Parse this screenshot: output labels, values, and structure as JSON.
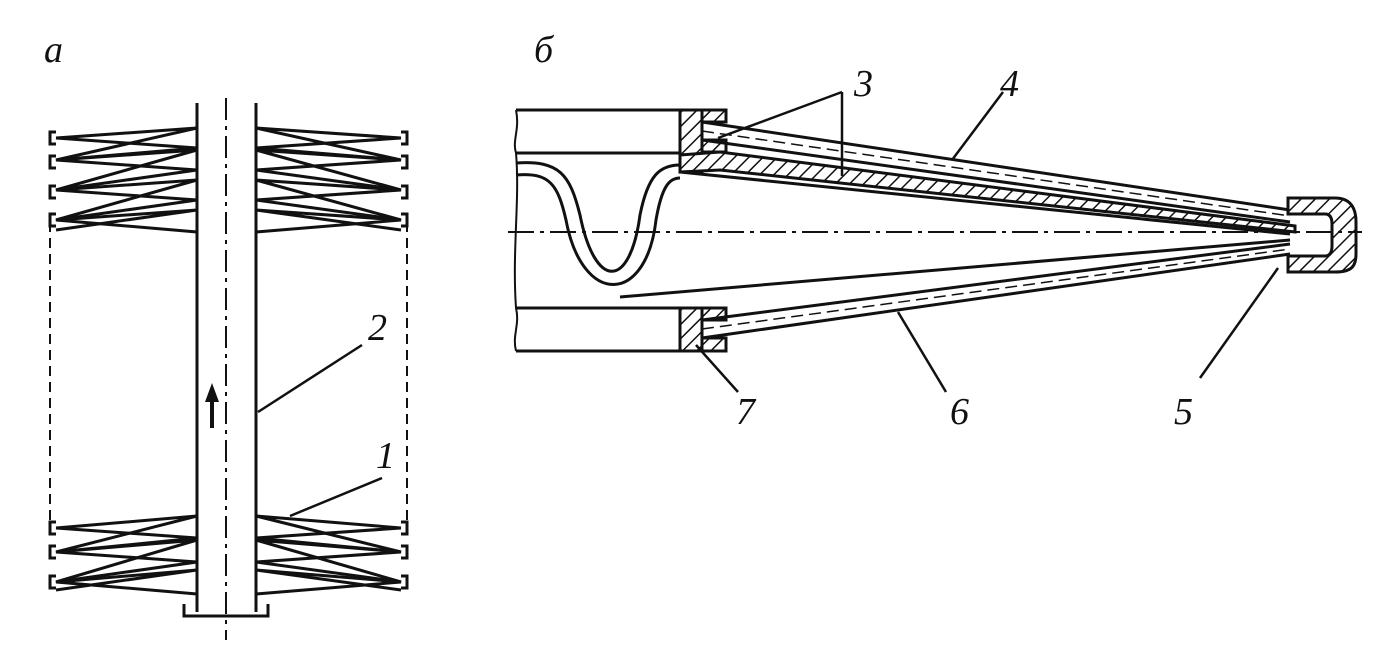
{
  "labels": {
    "panel_a": "а",
    "panel_b": "б",
    "n1": "1",
    "n2": "2",
    "n3": "3",
    "n4": "4",
    "n5": "5",
    "n6": "6",
    "n7": "7"
  },
  "colors": {
    "ink": "#111111",
    "background": "#ffffff"
  },
  "icons": {
    "flow_arrow": "up-arrow-icon"
  }
}
